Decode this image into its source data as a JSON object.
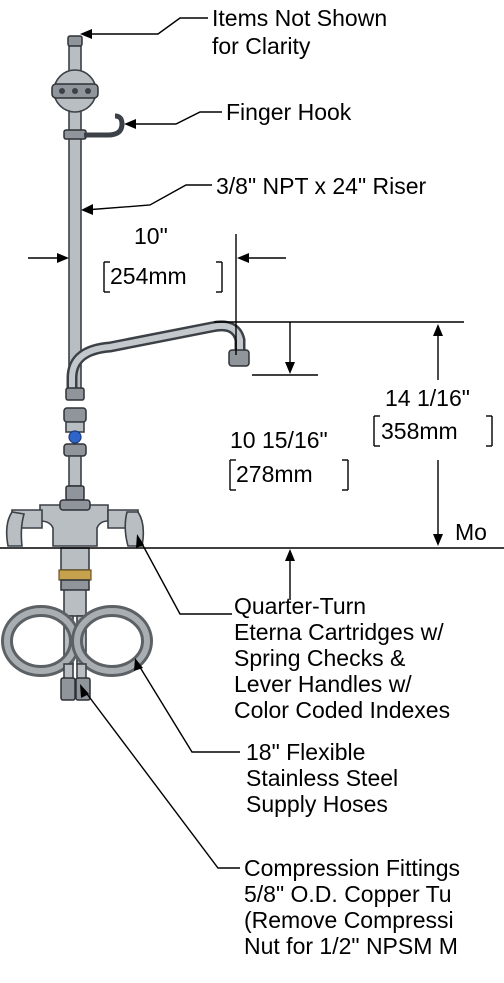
{
  "callouts": {
    "items_not_shown": [
      "Items Not Shown",
      "for Clarity"
    ],
    "finger_hook": "Finger Hook",
    "riser": "3/8\" NPT x 24\" Riser",
    "cartridges": [
      "Quarter-Turn",
      "Eterna Cartridges w/",
      "Spring Checks &",
      "Lever Handles w/",
      "Color Coded Indexes"
    ],
    "hoses": [
      "18\" Flexible",
      "Stainless Steel",
      "Supply Hoses"
    ],
    "fittings": [
      "Compression Fittings",
      "5/8\" O.D. Copper Tu",
      "(Remove Compressi",
      "Nut for 1/2\" NPSM M"
    ]
  },
  "dimensions": {
    "spout_reach": {
      "imperial": "10\"",
      "metric": "254mm"
    },
    "spout_height": {
      "imperial": "10 15/16\"",
      "metric": "278mm"
    },
    "overall_height": {
      "imperial": "14 1/16\"",
      "metric": "358mm"
    },
    "mounting_surface": "Mo"
  },
  "colors": {
    "stroke": "#000000",
    "metal": "#b9bec3",
    "indicator": "#2f64c8"
  }
}
